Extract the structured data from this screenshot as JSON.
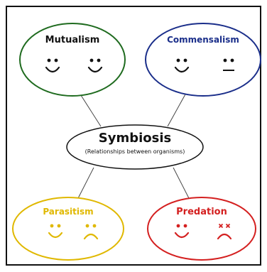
{
  "center": {
    "title": "Symbiosis",
    "subtitle": "(Relationships between organisms)"
  },
  "nodes": [
    {
      "id": "mutualism",
      "label": "Mutualism",
      "color": "#1f6b1f",
      "left_face": "smile",
      "right_face": "smile"
    },
    {
      "id": "commensalism",
      "label": "Commensalism",
      "color": "#1a2e8a",
      "left_face": "smile",
      "right_face": "neutral"
    },
    {
      "id": "parasitism",
      "label": "Parasitism",
      "color": "#e0b800",
      "left_face": "smile",
      "right_face": "frown"
    },
    {
      "id": "predation",
      "label": "Predation",
      "color": "#d42020",
      "left_face": "smile",
      "right_face": "dead-frown"
    }
  ],
  "border_color": "#111111",
  "connector_color": "#444444"
}
